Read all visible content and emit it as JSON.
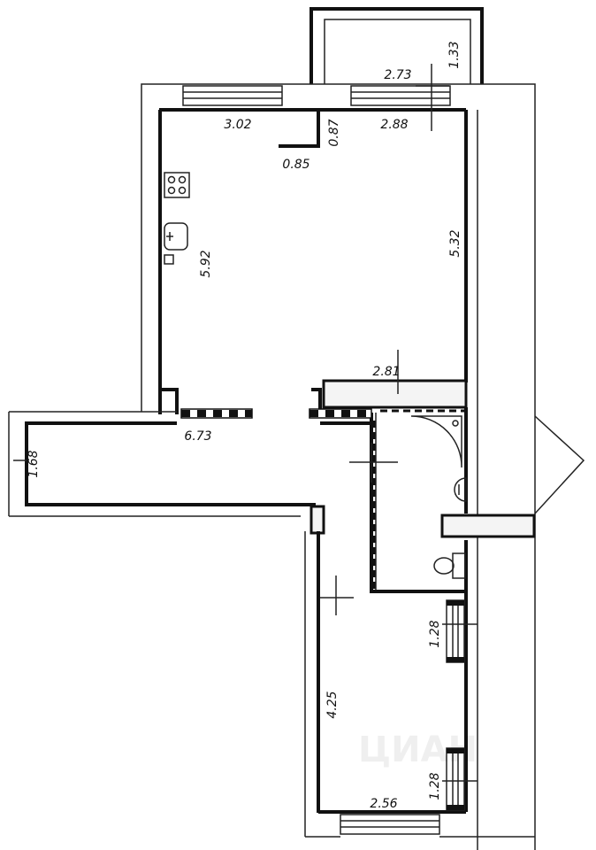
{
  "dimensions": {
    "balcony_depth": "1.33",
    "balcony_width": "2.73",
    "kitchen_top_left": "3.02",
    "kitchen_top_right": "2.88",
    "niche_height": "0.87",
    "niche_width": "0.85",
    "kitchen_left": "5.92",
    "kitchen_right": "5.32",
    "bathroom_top": "2.81",
    "hall_length": "6.73",
    "hall_width": "1.68",
    "room_height": "4.25",
    "room_width": "2.56",
    "window_upper": "1.28",
    "window_lower": "1.28"
  },
  "watermark": "ЦИАН"
}
